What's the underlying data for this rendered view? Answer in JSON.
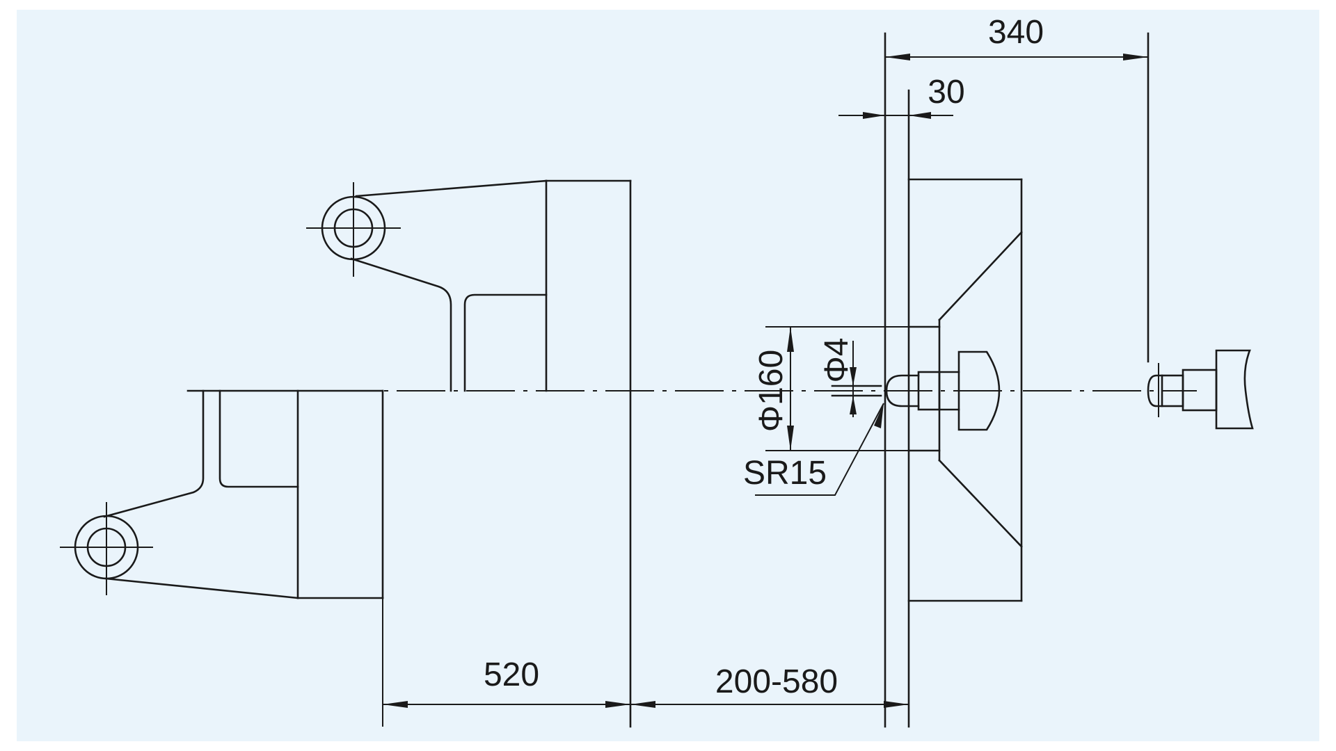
{
  "drawing": {
    "background_color": "#eaf4fb",
    "line_color": "#1a1a1a",
    "dimensions": {
      "overall_340": "340",
      "flange_30": "30",
      "diameter_160": "Φ160",
      "diameter_4": "Φ4",
      "sphere_radius": "SR15",
      "stroke_520": "520",
      "range_200_580": "200-580"
    }
  }
}
